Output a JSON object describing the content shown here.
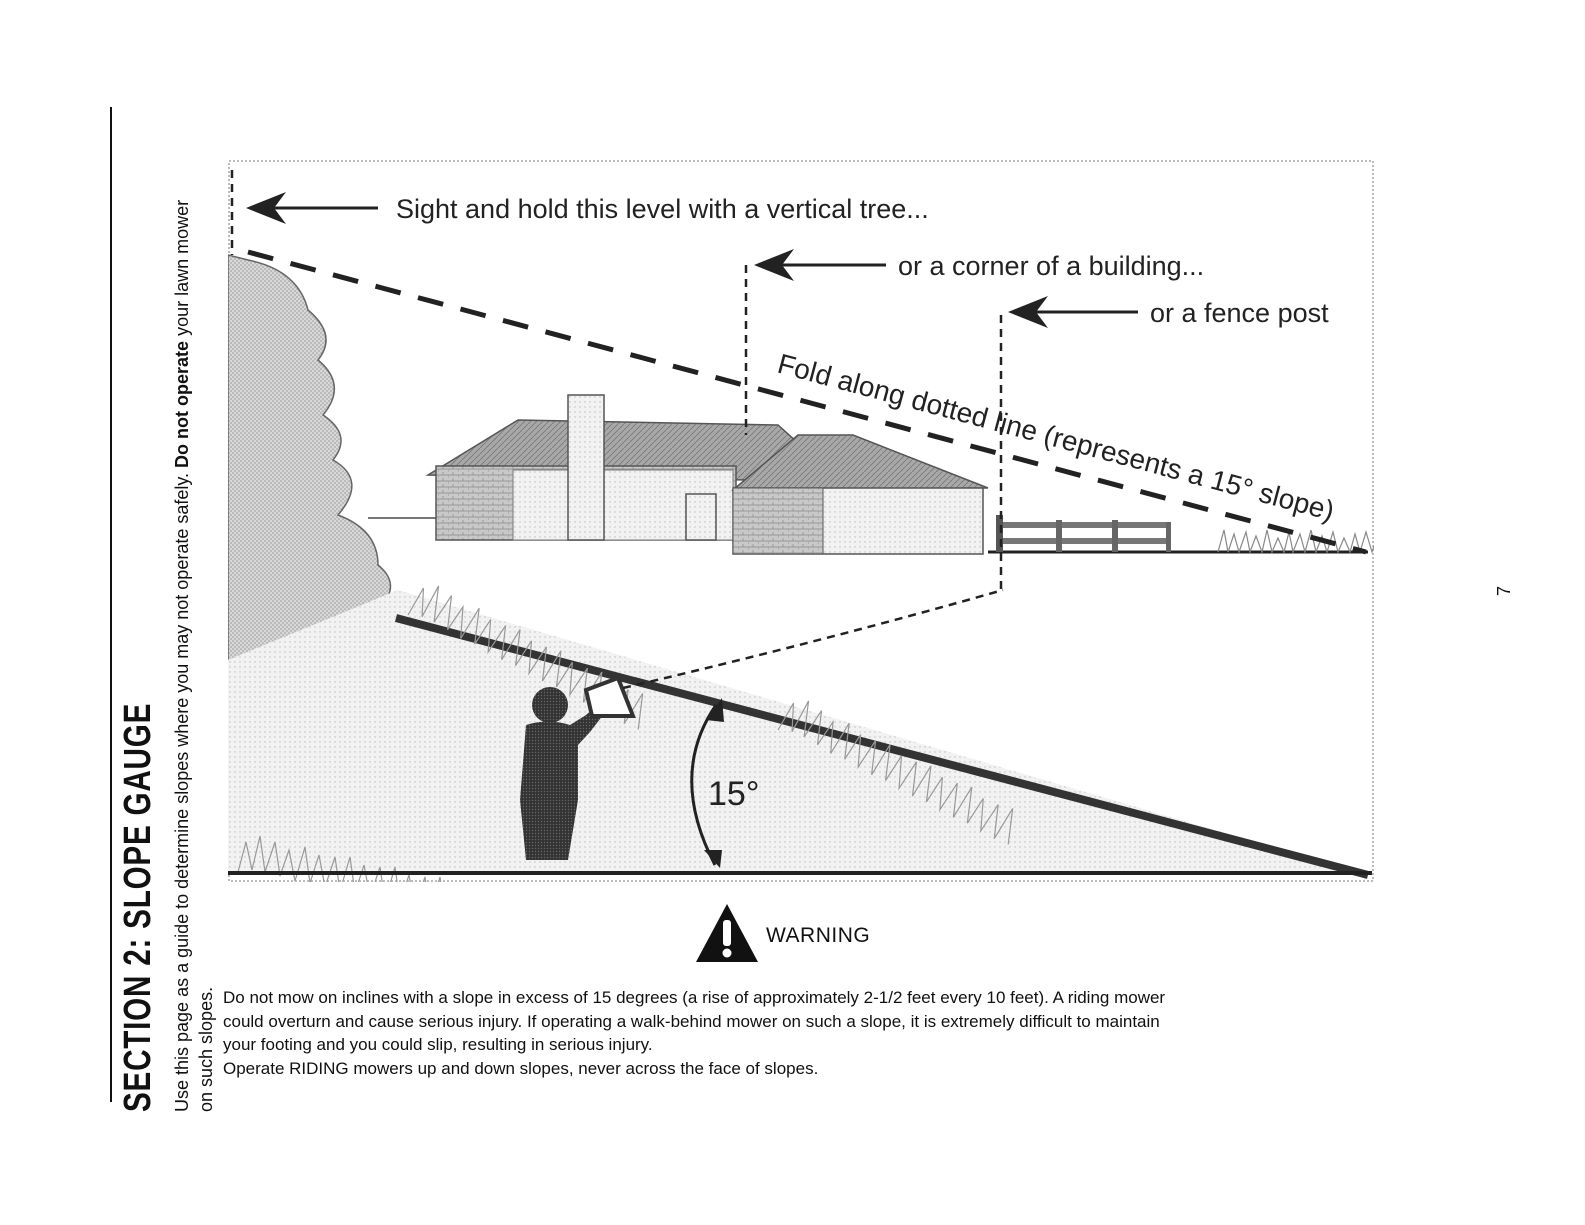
{
  "side": {
    "section_title": "SECTION 2:  SLOPE GAUGE",
    "intro_part1": "Use this page as a guide to determine slopes where you may not operate safely. ",
    "intro_bold": "Do not operate",
    "intro_part2": " your lawn mower",
    "intro_line2": "on such slopes."
  },
  "page_number": "7",
  "illustration": {
    "callout_tree": "Sight and hold this level with a vertical tree...",
    "callout_building": "or a corner of a building...",
    "callout_fence": "or a fence post",
    "fold_line": "Fold along dotted line (represents a 15° slope)",
    "angle_label": "15°"
  },
  "warning": {
    "label": "WARNING",
    "line1": "Do not mow on inclines with a slope in excess of 15 degrees (a rise of approximately 2-1/2 feet every 10 feet).  A riding mower",
    "line2": "could overturn and cause serious injury.  If operating a walk-behind mower on such a slope, it is extremely difficult to maintain",
    "line3": "your footing and you could slip, resulting in serious injury.",
    "line4": "Operate RIDING mowers up and down slopes, never across the face of slopes."
  }
}
